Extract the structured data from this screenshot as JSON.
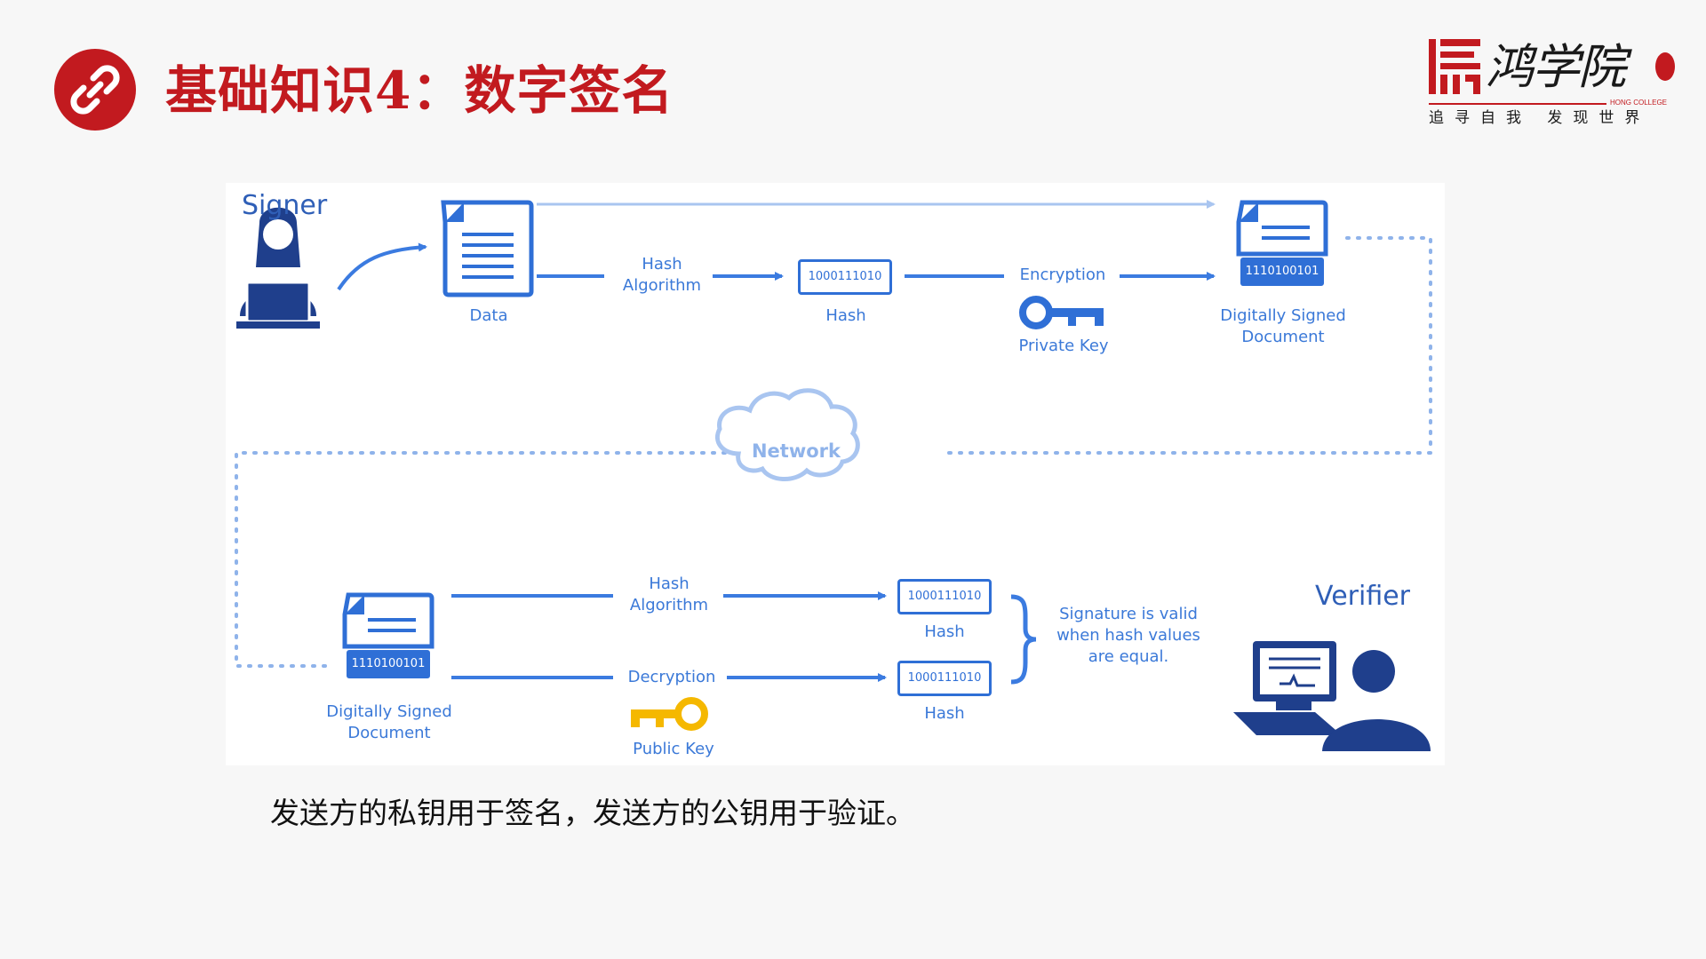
{
  "header": {
    "title": "基础知识4：数字签名",
    "title_icon": "link-icon",
    "logo_name": "鸿学院",
    "logo_subtitle": "HONG COLLEGE",
    "logo_slogan": "追寻自我 发现世界"
  },
  "diagram": {
    "signer_label": "Signer",
    "verifier_label": "Verifier",
    "network_label": "Network",
    "signing": {
      "data_label": "Data",
      "hash_algorithm_label": "Hash\nAlgorithm",
      "hash_value": "1000111010",
      "hash_label": "Hash",
      "encryption_label": "Encryption",
      "private_key_label": "Private Key",
      "signed_value": "1110100101",
      "signed_doc_label": "Digitally Signed\nDocument"
    },
    "verification": {
      "signed_value": "1110100101",
      "signed_doc_label": "Digitally Signed\nDocument",
      "hash_algorithm_label": "Hash\nAlgorithm",
      "hash_value_1": "1000111010",
      "hash_label_1": "Hash",
      "decryption_label": "Decryption",
      "public_key_label": "Public Key",
      "hash_value_2": "1000111010",
      "hash_label_2": "Hash",
      "result_label": "Signature is valid\nwhen hash values\nare equal."
    },
    "colors": {
      "primary": "#2f6fd6",
      "arrow": "#3b7be0",
      "light": "#a9c5f0",
      "private_key": "#2f6fd6",
      "public_key": "#f5b800"
    },
    "icons": [
      "signer-person-icon",
      "document-icon",
      "arrow-icon",
      "key-icon",
      "cloud-icon",
      "brace-icon",
      "verifier-computer-icon"
    ]
  },
  "caption": "发送方的私钥用于签名，发送方的公钥用于验证。"
}
